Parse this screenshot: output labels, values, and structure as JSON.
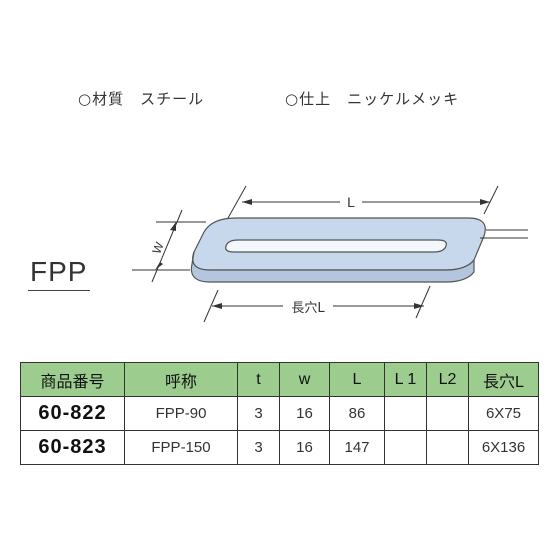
{
  "specs": {
    "material": "○材質　スチール",
    "finish": "○仕上　ニッケルメッキ"
  },
  "product_label": "FPP",
  "drawing": {
    "dim_L": "L",
    "dim_W": "W",
    "dim_slot": "長穴L",
    "plate_color": "#c8d8ec"
  },
  "table": {
    "header_color": "#9ccc8e",
    "headers": [
      "商品番号",
      "呼称",
      "t",
      "w",
      "L",
      "L 1",
      "L2",
      "長穴L"
    ],
    "rows": [
      [
        "60-822",
        "FPP-90",
        "3",
        "16",
        "86",
        "",
        "",
        "6X75"
      ],
      [
        "60-823",
        "FPP-150",
        "3",
        "16",
        "147",
        "",
        "",
        "6X136"
      ]
    ]
  }
}
